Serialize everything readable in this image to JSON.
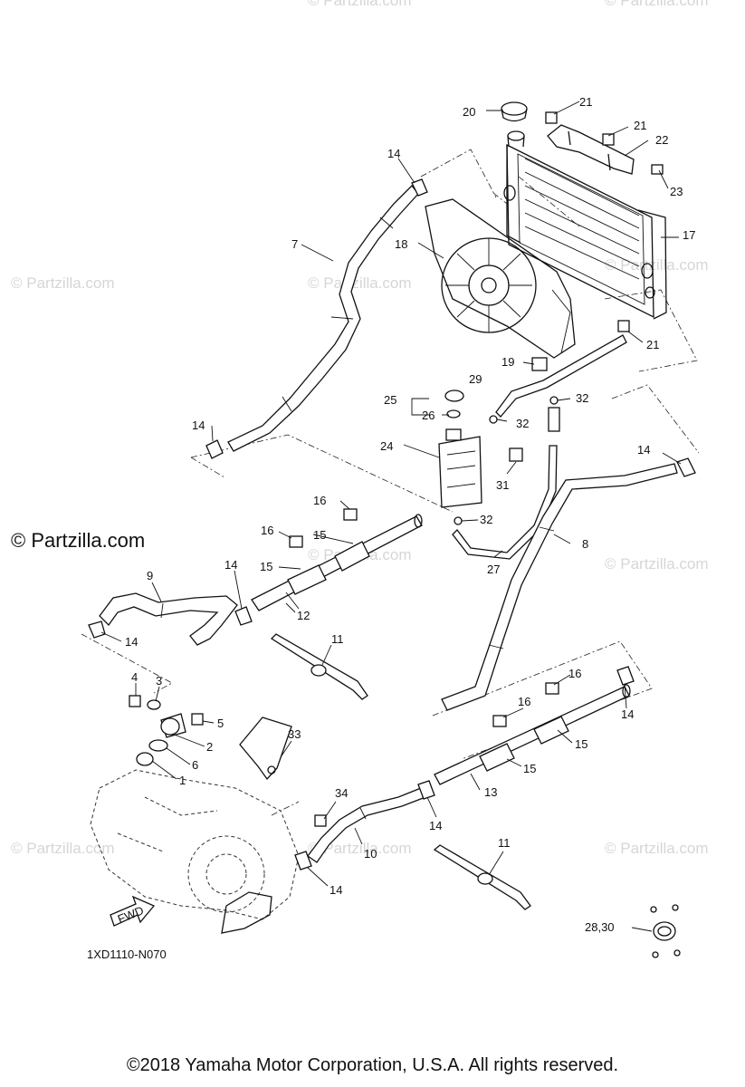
{
  "brand_watermark": "© Partzilla.com",
  "faint_watermark": "© Partzilla.com",
  "diagram_code": "1XD1110-N070",
  "fwd_label": "FWD",
  "copyright": "©2018  Yamaha Motor Corporation, U.S.A. All rights reserved.",
  "callouts": {
    "p1": "1",
    "p2": "2",
    "p3": "3",
    "p4": "4",
    "p5": "5",
    "p6": "6",
    "p7": "7",
    "p8": "8",
    "p9": "9",
    "p10": "10",
    "p11": "11",
    "p12": "12",
    "p13": "13",
    "p14": "14",
    "p15": "15",
    "p16": "16",
    "p17": "17",
    "p18": "18",
    "p19": "19",
    "p20": "20",
    "p21": "21",
    "p22": "22",
    "p23": "23",
    "p24": "24",
    "p25": "25",
    "p26": "26",
    "p27": "27",
    "p29": "29",
    "p31": "31",
    "p32": "32",
    "p33": "33",
    "p34": "34",
    "p28_30": "28,30"
  },
  "colors": {
    "line": "#111111",
    "watermark": "#d6d6d6",
    "background": "#ffffff"
  }
}
